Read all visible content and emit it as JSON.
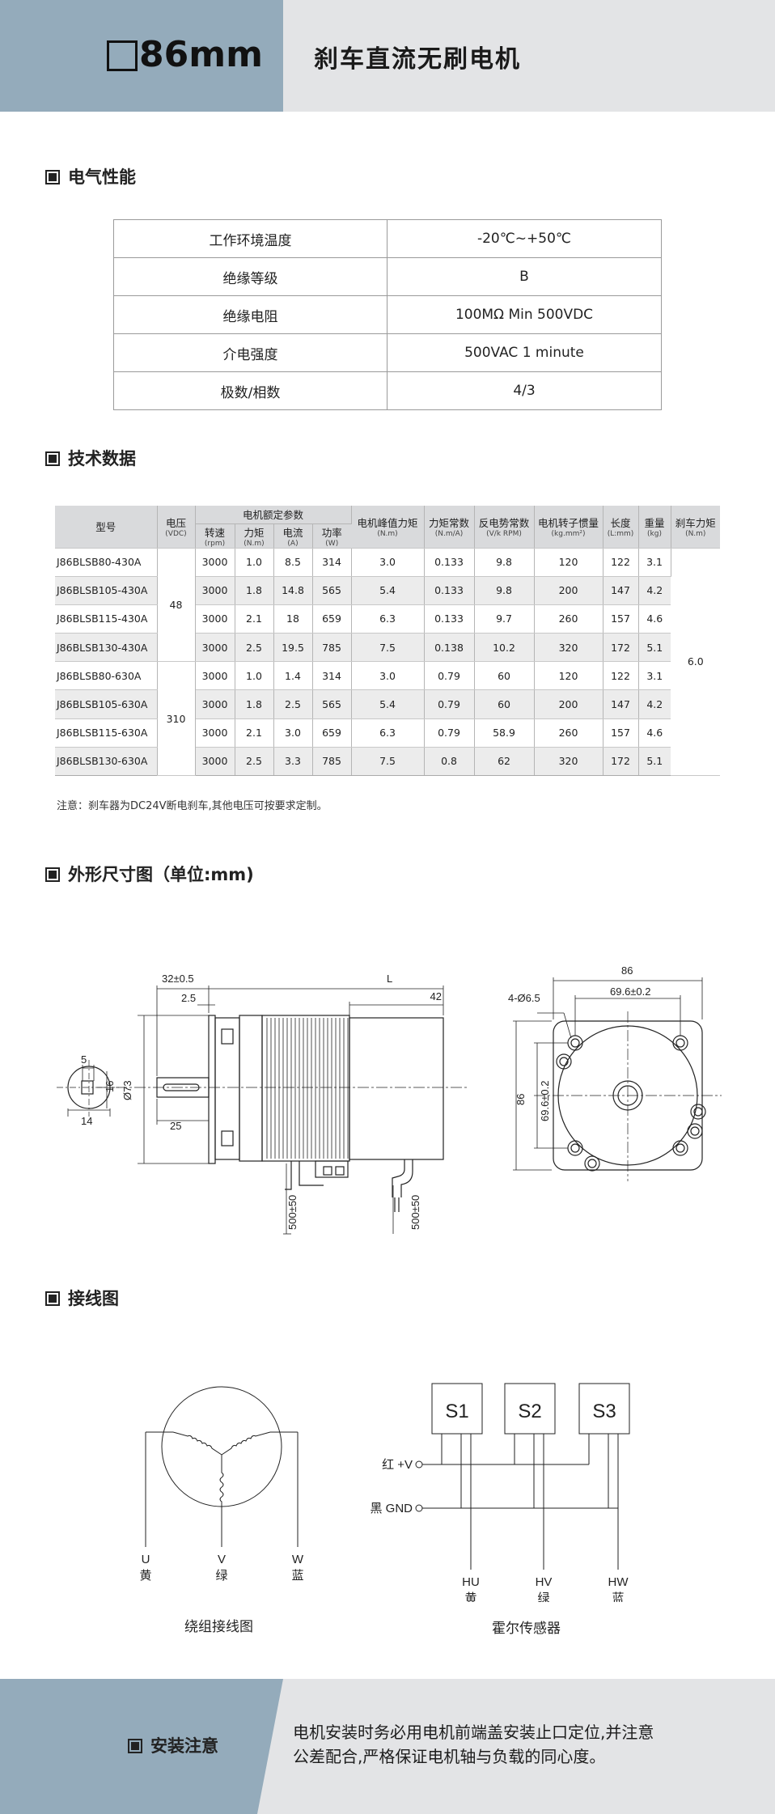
{
  "header": {
    "size_label": "86mm",
    "title": "刹车直流无刷电机"
  },
  "electrical": {
    "heading": "电气性能",
    "rows": [
      [
        "工作环境温度",
        "-20℃~+50℃"
      ],
      [
        "绝缘等级",
        "B"
      ],
      [
        "绝缘电阻",
        "100MΩ Min 500VDC"
      ],
      [
        "介电强度",
        "500VAC 1 minute"
      ],
      [
        "极数/相数",
        "4/3"
      ]
    ]
  },
  "tech": {
    "heading": "技术数据",
    "headers": {
      "model": "型号",
      "voltage": "电压",
      "voltage_unit": "(VDC)",
      "rated_group": "电机额定参数",
      "speed": "转速",
      "speed_unit": "(rpm)",
      "torque": "力矩",
      "torque_unit": "(N.m)",
      "current": "电流",
      "current_unit": "(A)",
      "power": "功率",
      "power_unit": "(W)",
      "peak": "电机峰值力矩",
      "peak_unit": "(N.m)",
      "kt": "力矩常数",
      "kt_unit": "(N.m/A)",
      "ke": "反电势常数",
      "ke_unit": "(V/k RPM)",
      "inertia": "电机转子惯量",
      "inertia_unit": "(kg.mm²)",
      "length": "长度",
      "length_unit": "(L:mm)",
      "weight": "重量",
      "weight_unit": "(kg)",
      "brake": "刹车力矩",
      "brake_unit": "(N.m)"
    },
    "voltage_groups": [
      "48",
      "310"
    ],
    "brake_torque": "6.0",
    "rows": [
      [
        "J86BLSB80-430A",
        "3000",
        "1.0",
        "8.5",
        "314",
        "3.0",
        "0.133",
        "9.8",
        "120",
        "122",
        "3.1"
      ],
      [
        "J86BLSB105-430A",
        "3000",
        "1.8",
        "14.8",
        "565",
        "5.4",
        "0.133",
        "9.8",
        "200",
        "147",
        "4.2"
      ],
      [
        "J86BLSB115-430A",
        "3000",
        "2.1",
        "18",
        "659",
        "6.3",
        "0.133",
        "9.7",
        "260",
        "157",
        "4.6"
      ],
      [
        "J86BLSB130-430A",
        "3000",
        "2.5",
        "19.5",
        "785",
        "7.5",
        "0.138",
        "10.2",
        "320",
        "172",
        "5.1"
      ],
      [
        "J86BLSB80-630A",
        "3000",
        "1.0",
        "1.4",
        "314",
        "3.0",
        "0.79",
        "60",
        "120",
        "122",
        "3.1"
      ],
      [
        "J86BLSB105-630A",
        "3000",
        "1.8",
        "2.5",
        "565",
        "5.4",
        "0.79",
        "60",
        "200",
        "147",
        "4.2"
      ],
      [
        "J86BLSB115-630A",
        "3000",
        "2.1",
        "3.0",
        "659",
        "6.3",
        "0.79",
        "58.9",
        "260",
        "157",
        "4.6"
      ],
      [
        "J86BLSB130-630A",
        "3000",
        "2.5",
        "3.3",
        "785",
        "7.5",
        "0.8",
        "62",
        "320",
        "172",
        "5.1"
      ]
    ],
    "note": "注意：刹车器为DC24V断电刹车,其他电压可按要求定制。"
  },
  "dimensions": {
    "heading": "外形尺寸图（单位:mm)",
    "labels": {
      "flange": "32±0.5",
      "L": "L",
      "pilot": "2.5",
      "rear": "42",
      "key": "5",
      "shaft_h": "16",
      "shaft_w": "14",
      "boss": "Ø73",
      "shaft_len": "25",
      "lead1": "500±50",
      "lead2": "500±50",
      "square": "86",
      "bolt": "69.6±0.2",
      "holes": "4-Ø6.5",
      "square_v": "86",
      "bolt_v": "69.6±0.2"
    }
  },
  "wiring": {
    "heading": "接线图",
    "windings": [
      {
        "name": "U",
        "color": "黄"
      },
      {
        "name": "V",
        "color": "绿"
      },
      {
        "name": "W",
        "color": "蓝"
      }
    ],
    "sensors": [
      "S1",
      "S2",
      "S3"
    ],
    "supply": [
      "红 +V",
      "黑 GND"
    ],
    "hall": [
      {
        "name": "HU",
        "color": "黄"
      },
      {
        "name": "HV",
        "color": "绿"
      },
      {
        "name": "HW",
        "color": "蓝"
      }
    ],
    "caption_left": "绕组接线图",
    "caption_right": "霍尔传感器"
  },
  "footer": {
    "heading": "安装注意",
    "line1": "电机安装时务必用电机前端盖安装止口定位,并注意",
    "line2": "公差配合,严格保证电机轴与负载的同心度。"
  }
}
